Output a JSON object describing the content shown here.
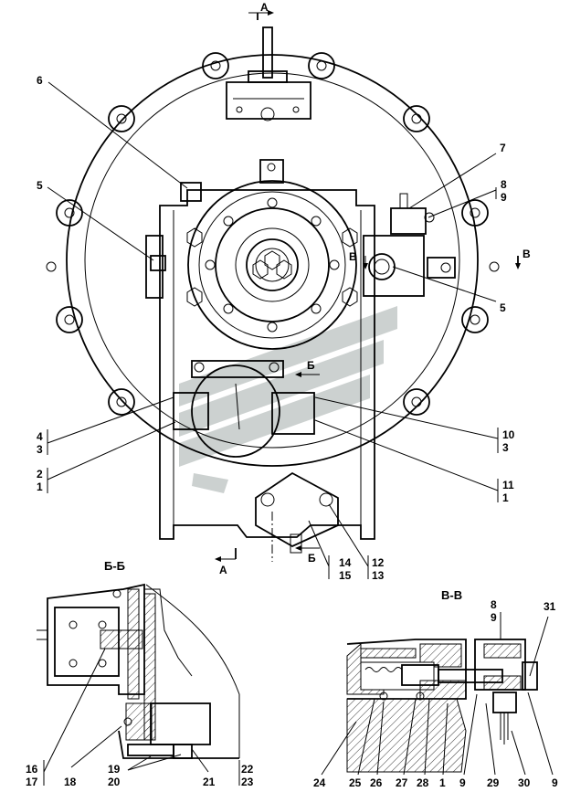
{
  "diagram": {
    "type": "technical-assembly-drawing",
    "watermark_colors": [
      "#8f9a96",
      "#b8c0bc"
    ]
  },
  "section_marks": {
    "a_top": "А",
    "a_bottom": "А",
    "b_left": "Б",
    "b_right": "Б",
    "v_left": "В",
    "v_right": "В"
  },
  "section_titles": {
    "b_b": "Б-Б",
    "v_v": "В-В"
  },
  "callouts_main": {
    "n6": "6",
    "n5_left": "5",
    "n7": "7",
    "n8": "8",
    "n9": "9",
    "n5_right": "5",
    "n4": "4",
    "n3_left": "3",
    "n2": "2",
    "n1_left": "1",
    "n10": "10",
    "n3_right": "3",
    "n11": "11",
    "n1_right": "1",
    "n14": "14",
    "n15": "15",
    "n12": "12",
    "n13": "13"
  },
  "callouts_bb": {
    "n16": "16",
    "n17": "17",
    "n18": "18",
    "n19": "19",
    "n20": "20",
    "n21": "21",
    "n22": "22",
    "n23": "23"
  },
  "callouts_vv": {
    "n8": "8",
    "n9_top": "9",
    "n31": "31",
    "n24": "24",
    "n25": "25",
    "n26": "26",
    "n27": "27",
    "n28": "28",
    "n1": "1",
    "n9_a": "9",
    "n29": "29",
    "n30": "30",
    "n9_b": "9"
  }
}
